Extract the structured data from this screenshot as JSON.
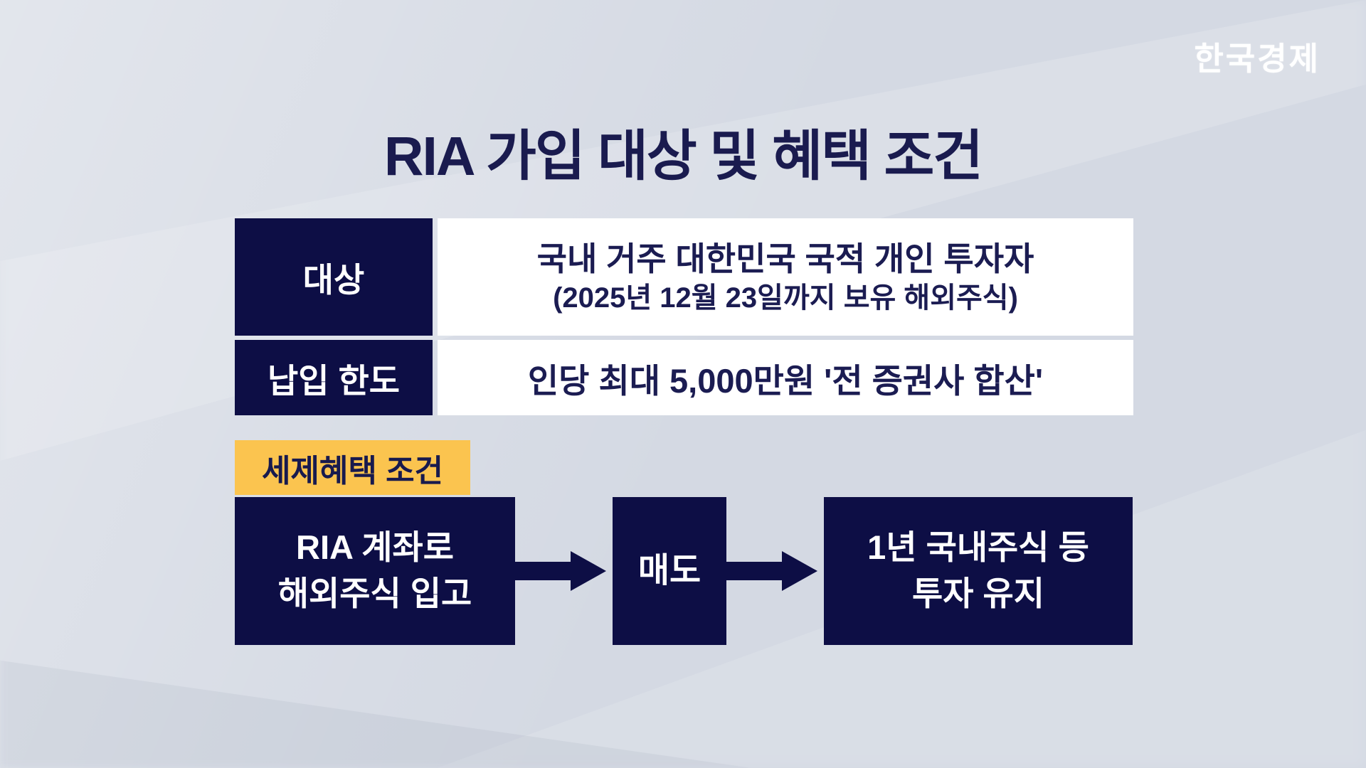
{
  "brand": {
    "logo_text": "한국경제"
  },
  "title": "RIA 가입 대상 및 혜택 조건",
  "table": {
    "rows": [
      {
        "label": "대상",
        "value_line1": "국내 거주 대한민국 국적 개인 투자자",
        "value_line2": "(2025년 12월 23일까지 보유 해외주식)"
      },
      {
        "label": "납입 한도",
        "value": "인당 최대 5,000만원 '전 증권사 합산'"
      }
    ]
  },
  "tax_benefit": {
    "tag_label": "세제혜택 조건",
    "steps": [
      {
        "line1": "RIA 계좌로",
        "line2": "해외주식 입고"
      },
      {
        "line1": "매도"
      },
      {
        "line1": "1년 국내주식 등",
        "line2": "투자 유지"
      }
    ]
  },
  "colors": {
    "navy": "#0d0e45",
    "title_navy": "#1a1b4f",
    "yellow_highlight": "#fbc44f",
    "background": "#d4d9e3",
    "cell_white": "#ffffff"
  }
}
